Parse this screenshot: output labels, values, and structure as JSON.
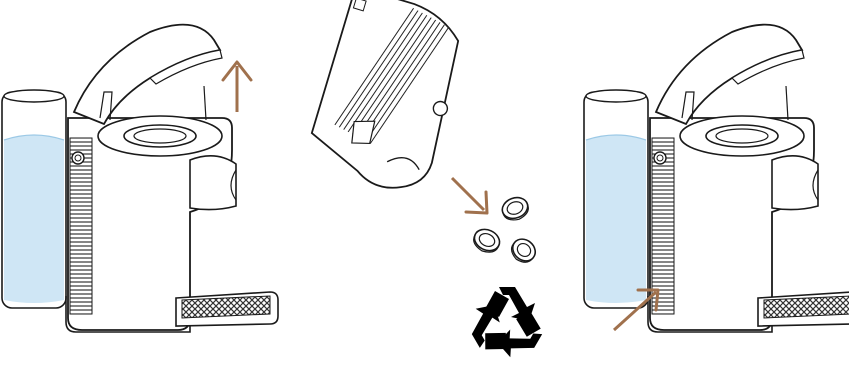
{
  "diagram": {
    "steps": [
      {
        "id": "open-lid",
        "arrow_direction": "up"
      },
      {
        "id": "eject-capsule-container",
        "arrow_direction": "down-right"
      },
      {
        "id": "recycle-capsules",
        "icon": "recycling-icon"
      },
      {
        "id": "reinsert-container",
        "arrow_direction": "up-right"
      }
    ],
    "colors": {
      "outline": "#1a1a1a",
      "water": "#cfe6f5",
      "water_light": "#e6f2fa",
      "arrow": "#a0714d",
      "grille": "#333333",
      "recycle": "#000000"
    },
    "capsule_count": 3
  }
}
